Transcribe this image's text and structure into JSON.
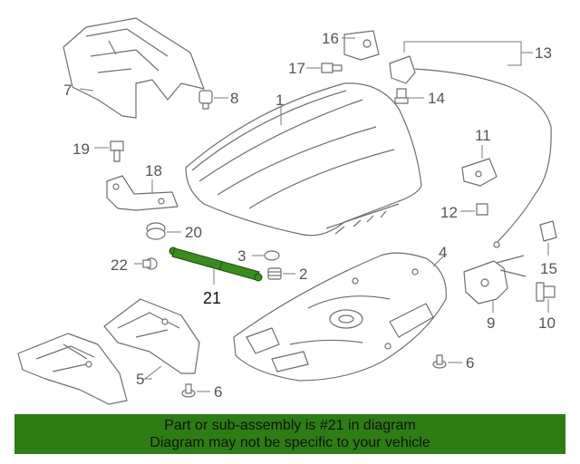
{
  "callouts": [
    "1",
    "2",
    "3",
    "4",
    "5",
    "6",
    "7",
    "8",
    "9",
    "10",
    "11",
    "12",
    "13",
    "14",
    "15",
    "16",
    "17",
    "18",
    "19",
    "20",
    "21",
    "22"
  ],
  "highlighted_part": "21",
  "banner": {
    "line1": "Part or sub-assembly is #21 in diagram",
    "line2": "Diagram may not be specific to your vehicle"
  },
  "colors": {
    "banner_bg": "#2e7d14",
    "highlight_fill": "#3a8c1e",
    "line_art": "#6e6e6e"
  }
}
